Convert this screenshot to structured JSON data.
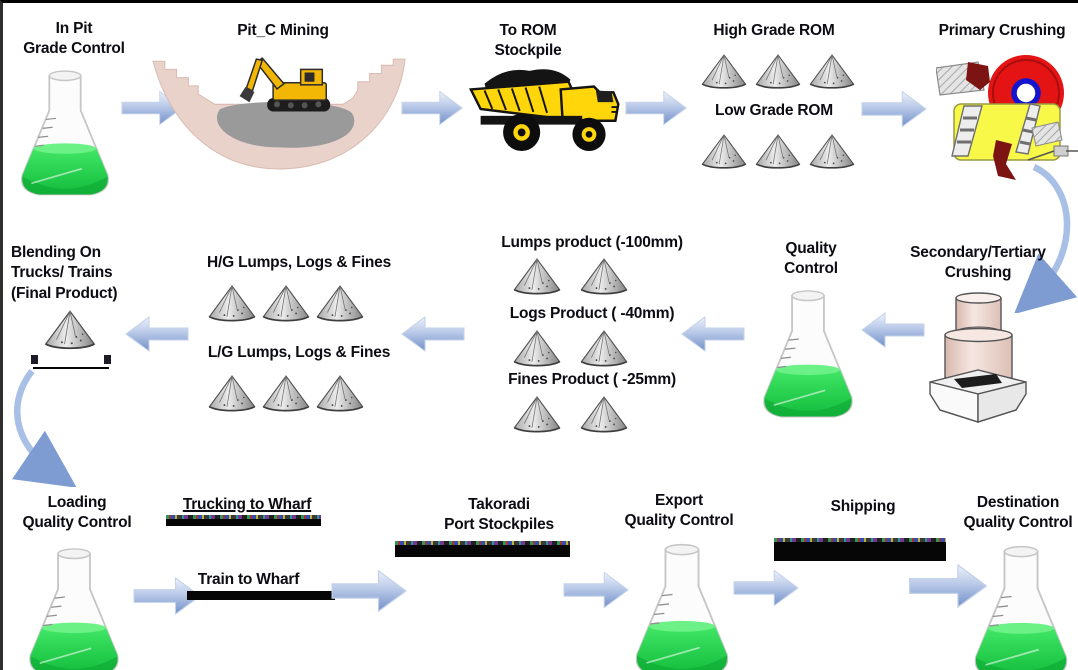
{
  "diagram": "mining-process-flow",
  "nodes": {
    "in_pit_grade_control": {
      "lines": [
        "In Pit",
        "Grade Control"
      ],
      "icon": "flask"
    },
    "pit_c_mining": {
      "lines": [
        "Pit_C Mining"
      ],
      "icon": "excavator-in-pit"
    },
    "to_rom_stockpile": {
      "lines": [
        "To ROM",
        "Stockpile"
      ],
      "icon": "haul-truck"
    },
    "high_grade_rom": {
      "lines": [
        "High Grade ROM"
      ],
      "icon": "stockpile-cone",
      "cone_count": 3
    },
    "low_grade_rom": {
      "lines": [
        "Low Grade ROM"
      ],
      "icon": "stockpile-cone",
      "cone_count": 3
    },
    "primary_crushing": {
      "lines": [
        "Primary Crushing"
      ],
      "icon": "jaw-crusher"
    },
    "secondary_tertiary_crushing": {
      "lines": [
        "Secondary/Tertiary",
        "Crushing"
      ],
      "icon": "cone-crusher"
    },
    "quality_control": {
      "lines": [
        "Quality",
        "Control"
      ],
      "icon": "flask"
    },
    "lumps_product": {
      "lines": [
        "Lumps product (-100mm)"
      ],
      "icon": "stockpile-cone",
      "cone_count": 2
    },
    "logs_product": {
      "lines": [
        "Logs Product ( -40mm)"
      ],
      "icon": "stockpile-cone",
      "cone_count": 2
    },
    "fines_product": {
      "lines": [
        "Fines Product ( -25mm)"
      ],
      "icon": "stockpile-cone",
      "cone_count": 2
    },
    "hg_lumps_logs_fines": {
      "lines": [
        "H/G Lumps, Logs & Fines"
      ],
      "icon": "stockpile-cone",
      "cone_count": 3
    },
    "lg_lumps_logs_fines": {
      "lines": [
        "L/G Lumps, Logs & Fines"
      ],
      "icon": "stockpile-cone",
      "cone_count": 3
    },
    "blending_final_product": {
      "lines": [
        "Blending On",
        "Trucks/ Trains",
        "(Final Product)"
      ],
      "icon": "stockpile-cone",
      "cone_count": 1
    },
    "loading_quality_control": {
      "lines": [
        "Loading",
        "Quality Control"
      ],
      "icon": "flask"
    },
    "trucking_to_wharf": {
      "lines": [
        "Trucking to Wharf"
      ],
      "icon": "black-image-bar"
    },
    "train_to_wharf": {
      "lines": [
        "Train to Wharf"
      ],
      "icon": "black-image-bar"
    },
    "takoradi_port_stockpiles": {
      "lines": [
        "Takoradi",
        "Port Stockpiles"
      ],
      "icon": "black-image-bar"
    },
    "export_quality_control": {
      "lines": [
        "Export",
        "Quality Control"
      ],
      "icon": "flask"
    },
    "shipping": {
      "lines": [
        "Shipping"
      ],
      "icon": "black-image-bar"
    },
    "destination_quality_control": {
      "lines": [
        "Destination",
        "Quality Control"
      ],
      "icon": "flask"
    }
  },
  "colors": {
    "arrow_gradient_top": "#e9effa",
    "arrow_gradient_bottom": "#7693cb",
    "flask_liquid_green": "#2bd94f",
    "pit_soil_tan": "#e9d2c9",
    "ore_body_gray": "#9a9a9a",
    "machine_yellow": "#f8e11c",
    "truck_yellow": "#ffd60a",
    "crusher_flywheel_red": "#e41414",
    "crusher_feed_dark_red": "#7c1414",
    "stockpile_gray": "#c2c2c2",
    "label_text": "#0c0c12"
  }
}
